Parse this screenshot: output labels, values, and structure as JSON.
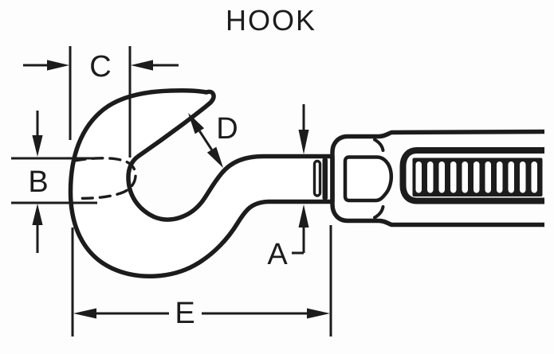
{
  "title": "HOOK",
  "colors": {
    "background": "#fdfdfd",
    "ink": "#1c1c1c",
    "paper": "#ffffff"
  },
  "dimensions": {
    "a": {
      "label": "A"
    },
    "b": {
      "label": "B"
    },
    "c": {
      "label": "C"
    },
    "d": {
      "label": "D"
    },
    "e": {
      "label": "E"
    }
  }
}
